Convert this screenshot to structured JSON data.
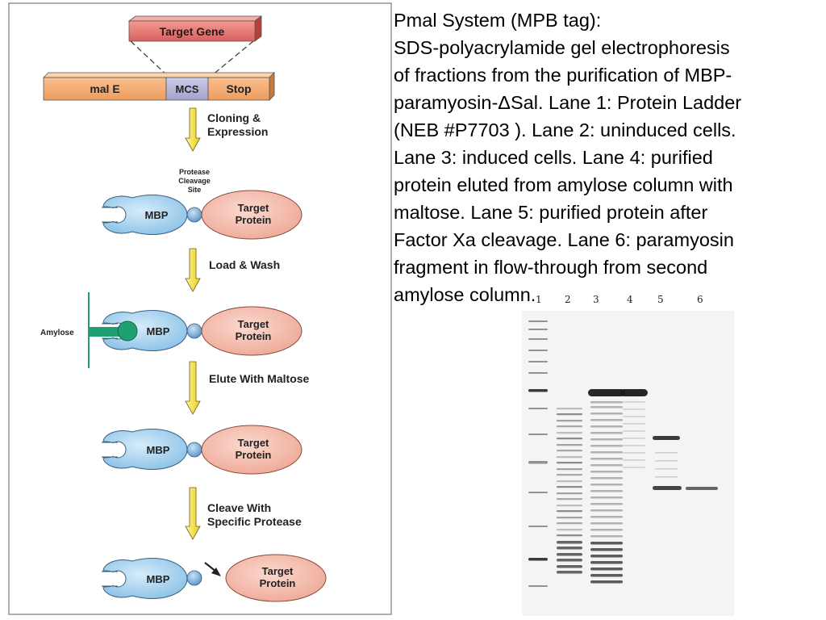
{
  "diagram": {
    "gene_box": "Target Gene",
    "vector_segments": [
      "mal E",
      "MCS",
      "Stop"
    ],
    "steps": [
      {
        "line1": "Cloning &",
        "line2": "Expression"
      },
      {
        "line1": "Load & Wash",
        "line2": ""
      },
      {
        "line1": "Elute With Maltose",
        "line2": ""
      },
      {
        "line1": "Cleave With",
        "line2": "Specific Protease"
      }
    ],
    "protease_site": [
      "Protease",
      "Cleavage",
      "Site"
    ],
    "mbp_label": "MBP",
    "target_protein": [
      "Target",
      "Protein"
    ],
    "amylose_label": "Amylose"
  },
  "caption_lines": [
    "Pmal System (MPB tag):",
    "SDS-polyacrylamide gel electrophoresis",
    "of fractions from the purification of MBP-",
    "paramyosin-ΔSal. Lane 1: Protein Ladder",
    "(NEB #P7703 ). Lane 2: uninduced cells.",
    "Lane 3: induced cells. Lane 4: purified",
    "protein eluted from amylose column with",
    "maltose. Lane 5: purified protein after",
    "Factor Xa cleavage. Lane 6: paramyosin",
    "fragment in flow-through from second",
    "amylose column."
  ],
  "gel": {
    "lane_numbers": [
      "1",
      "2",
      "3",
      "4",
      "5",
      "6"
    ]
  },
  "colors": {
    "gene_fill": "#e8837e",
    "vector_fill": "#f6b27a",
    "mcs_fill": "#b9b9dc",
    "mbp_fill": "#a9d3ee",
    "target_fill": "#f7c3b4",
    "arrow_fill": "#f2e43a",
    "amylose_green": "#1fa070"
  }
}
